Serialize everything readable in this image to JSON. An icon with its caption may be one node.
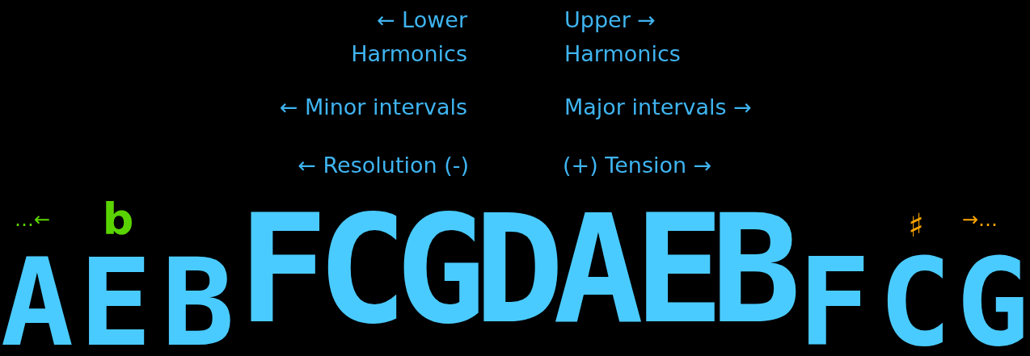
{
  "diagram": {
    "labels": [
      "← Lower Harmonics",
      "Upper → Harmonics",
      "← Minor intervals",
      "Major intervals →",
      "← Resolution (-)",
      "(+) Tension →",
      "…←",
      "b",
      "♯",
      "→…",
      "A",
      "E",
      "B",
      "F",
      "C",
      "G",
      "D",
      "A",
      "E",
      "B",
      "F",
      "C",
      "G"
    ]
  }
}
